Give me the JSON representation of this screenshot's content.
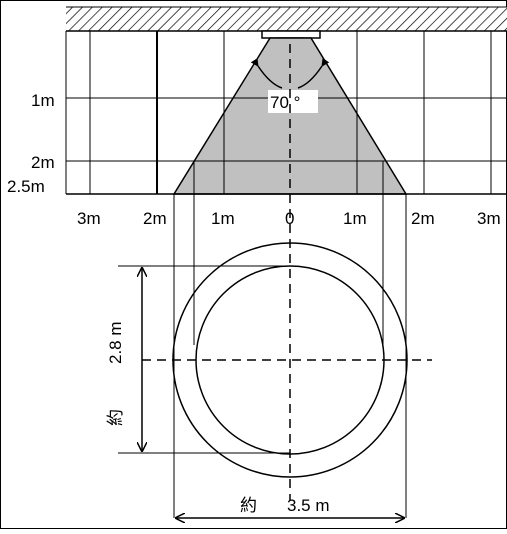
{
  "ceiling": {
    "material": "hatched ceiling plane"
  },
  "cone": {
    "angle_label": "70 °"
  },
  "height_labels": [
    "1m",
    "2m",
    "2.5m"
  ],
  "distance_labels": [
    {
      "key": "l3",
      "text": "3m"
    },
    {
      "key": "l2",
      "text": "2m"
    },
    {
      "key": "l1",
      "text": "1m"
    },
    {
      "key": "c0",
      "text": "0"
    },
    {
      "key": "r1",
      "text": "1m"
    },
    {
      "key": "r2",
      "text": "2m"
    },
    {
      "key": "r3",
      "text": "3m"
    }
  ],
  "inner_diameter": {
    "prefix": "約",
    "value": "2.8 m"
  },
  "outer_diameter": {
    "prefix": "約",
    "value": "3.5 m"
  },
  "colors": {
    "cone_fill": "#c0c0c0",
    "line": "#000000",
    "background": "#ffffff"
  }
}
